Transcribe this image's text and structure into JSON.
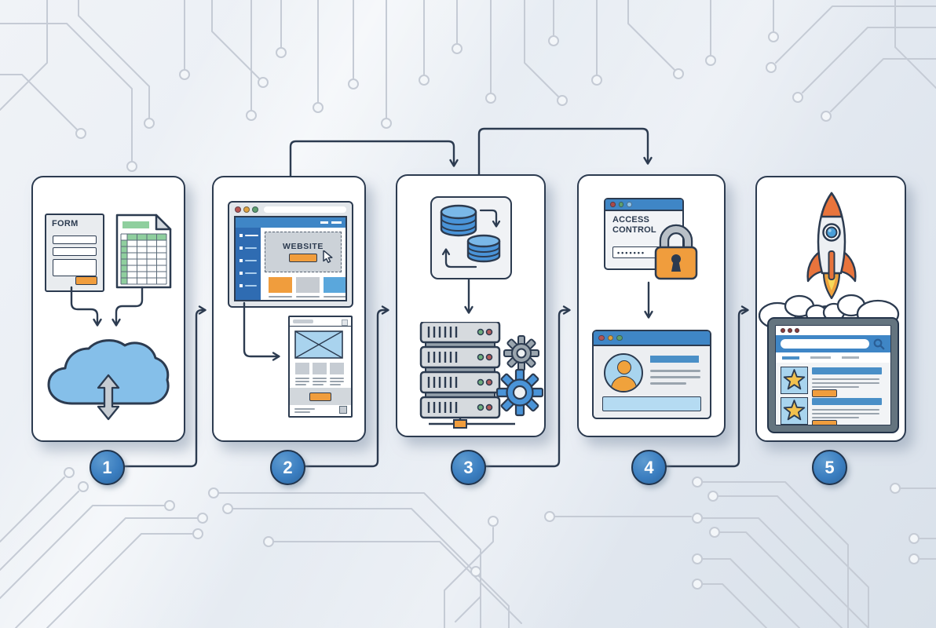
{
  "diagram": {
    "style": "circuit-board-flowchart",
    "step_count": 5,
    "steps": [
      {
        "number": "1",
        "key": "collect-form-and-spreadsheet-data-to-cloud"
      },
      {
        "number": "2",
        "key": "build-website-from-wireframe"
      },
      {
        "number": "3",
        "key": "sync-databases-and-configure-servers"
      },
      {
        "number": "4",
        "key": "set-access-control-and-user-profiles"
      },
      {
        "number": "5",
        "key": "launch-and-get-search-results"
      }
    ],
    "card1": {
      "form_label": "FORM"
    },
    "card2": {
      "hero_label": "WEBSITE"
    },
    "card4": {
      "access_line1": "ACCESS",
      "access_line2": "CONTROL",
      "password_mask": "•••••••"
    },
    "icons": [
      "form-document-icon",
      "spreadsheet-icon",
      "cloud-sync-icon",
      "browser-window-icon",
      "cursor-icon",
      "wireframe-page-icon",
      "database-sync-icon",
      "server-rack-icon",
      "gear-icon",
      "padlock-icon",
      "user-avatar-icon",
      "rocket-icon",
      "smoke-cloud-icon",
      "star-icon",
      "search-icon"
    ],
    "colors": {
      "background": "#e7edf3",
      "circuit_trace": "#c5cbd5",
      "outline_navy": "#2c3b50",
      "accent_blue": "#3f86c6",
      "sidebar_blue": "#2f6cb2",
      "light_blue": "#a8d4ee",
      "accent_orange": "#f09d3d",
      "flame_yellow": "#f8d95a",
      "spreadsheet_green": "#8fcf9e",
      "gear_gray": "#9aa5ae",
      "step_circle_blue": "#3b7ec0",
      "star_gold": "#f2c14e"
    }
  }
}
